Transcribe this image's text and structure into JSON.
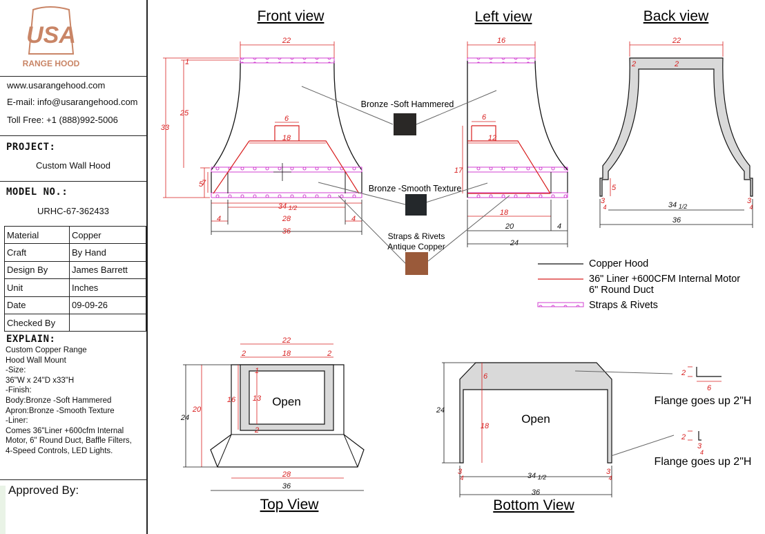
{
  "logo": {
    "text": "USA",
    "subtext": "RANGE HOOD"
  },
  "contact": {
    "website": "www.usarangehood.com",
    "email": "E-mail: info@usarangehood.com",
    "phone": "Toll Free: +1 (888)992-5006"
  },
  "project": {
    "label": "PROJECT:",
    "value": "Custom Wall Hood"
  },
  "model": {
    "label": "MODEL NO.:",
    "value": "URHC-67-362433"
  },
  "specs": [
    {
      "key": "Material",
      "value": "Copper"
    },
    {
      "key": "Craft",
      "value": "By Hand"
    },
    {
      "key": "Design By",
      "value": "James Barrett"
    },
    {
      "key": "Unit",
      "value": "Inches"
    },
    {
      "key": "Date",
      "value": "09-09-26"
    },
    {
      "key": "Checked By",
      "value": ""
    }
  ],
  "explain": {
    "label": "EXPLAIN:",
    "text": "Custom Copper Range\nHood Wall Mount\n-Size:\n36\"W x 24\"D x33\"H\n-Finish:\nBody:Bronze -Soft Hammered\nApron:Bronze -Smooth Texture\n-Liner:\nComes 36\"Liner +600cfm Internal\nMotor, 6\" Round Duct, Baffle Filters,\n4-Speed Controls, LED Lights."
  },
  "approved": "Approved By:",
  "views": {
    "front": "Front view",
    "left": "Left view",
    "back": "Back view",
    "top": "Top View",
    "bottom": "Bottom View"
  },
  "finishes": {
    "body": "Bronze -Soft Hammered",
    "apron": "Bronze -Smooth Texture",
    "straps_line1": "Straps & Rivets",
    "straps_line2": "Antique Copper"
  },
  "legend": {
    "copper": "Copper Hood",
    "liner_line1": "36\" Liner +600CFM Internal Motor",
    "liner_line2": "6\" Round Duct",
    "straps": "Straps & Rivets"
  },
  "labels": {
    "open": "Open",
    "flange": "Flange goes up 2\"H"
  },
  "dims": {
    "f22": "22",
    "f1": "1",
    "f25": "25",
    "f33": "33",
    "f6": "6",
    "f18": "18",
    "f7": "7",
    "f5": "5",
    "f34": "34",
    "half": "1/2",
    "f4": "4",
    "f28": "28",
    "f36": "36",
    "l16": "16",
    "l17": "17",
    "l12": "12",
    "l20": "20",
    "l24": "24",
    "b2": "2",
    "b3": "3",
    "b4": "4",
    "t13": "13",
    "t16": "16",
    "t20": "20",
    "t24": "24",
    "bo18": "18",
    "bo24": "24"
  },
  "colors": {
    "ink": "#111111",
    "dim": "#d81e1e",
    "straps": "#d13fd1",
    "hammered": "#2a2826",
    "smooth": "#24282b",
    "copper": "#9a5a3a",
    "fill": "#d9d9d9",
    "logo": "#c98566"
  }
}
